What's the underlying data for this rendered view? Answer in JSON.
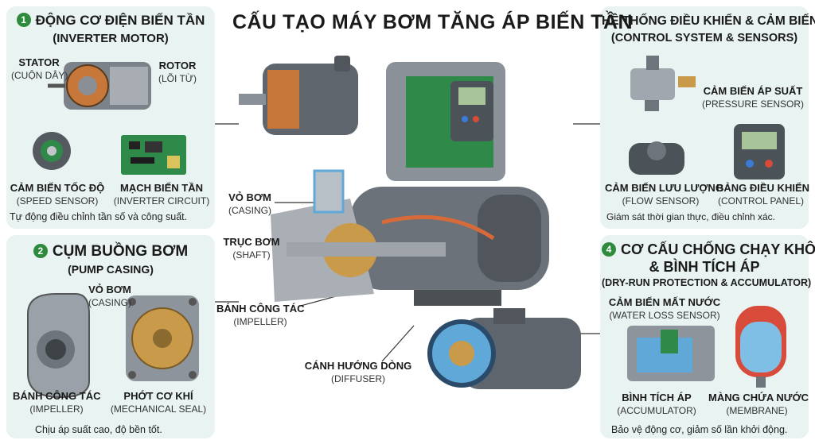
{
  "title": "CẤU TẠO MÁY BƠM TĂNG ÁP BIẾN TẦN",
  "panels": [
    {
      "num": "1",
      "title": "ĐỘNG CƠ ĐIỆN BIẾN TẦN",
      "subtitle": "(INVERTER MOTOR)",
      "parts": [
        {
          "name": "STATOR",
          "sub": "(CUỘN DÂY)"
        },
        {
          "name": "ROTOR",
          "sub": "(LÕI TỪ)"
        },
        {
          "name": "CẢM BIẾN TỐC ĐỘ",
          "sub": "(SPEED SENSOR)"
        },
        {
          "name": "MẠCH BIẾN TẦN",
          "sub": "(INVERTER CIRCUIT)"
        }
      ],
      "note": "Tự động điều chỉnh tần số và công suất."
    },
    {
      "num": "2",
      "title": "CỤM BUỒNG BƠM",
      "subtitle": "(PUMP CASING)",
      "parts": [
        {
          "name": "VỎ BƠM",
          "sub": "(CASING)"
        },
        {
          "name": "BÁNH CÔNG TÁC",
          "sub": "(IMPELLER)"
        },
        {
          "name": "PHỚT CƠ KHÍ",
          "sub": "(MECHANICAL SEAL)"
        }
      ],
      "note": "Chịu áp suất cao, độ bền tốt."
    },
    {
      "num": "",
      "title": "HỆ THỐNG ĐIỀU KHIỂN & CẢM BIẾN",
      "subtitle": "(CONTROL SYSTEM & SENSORS)",
      "parts": [
        {
          "name": "CẢM BIẾN ÁP SUẤT",
          "sub": "(PRESSURE SENSOR)"
        },
        {
          "name": "CẢM BIẾN LƯU LƯỢNG",
          "sub": "(FLOW SENSOR)"
        },
        {
          "name": "BẢNG ĐIỀU KHIỂN",
          "sub": "(CONTROL PANEL)"
        }
      ],
      "note": "Giám sát thời gian thực, điều chỉnh xác."
    },
    {
      "num": "4",
      "title": "CƠ CẤU CHỐNG CHẠY KHÔ",
      "title2": "& BÌNH TÍCH ÁP",
      "subtitle": "(DRY-RUN PROTECTION & ACCUMULATOR)",
      "parts": [
        {
          "name": "CẢM BIẾN MẤT NƯỚC",
          "sub": "(WATER LOSS SENSOR)"
        },
        {
          "name": "BÌNH TÍCH ÁP",
          "sub": "(ACCUMULATOR)"
        },
        {
          "name": "MÀNG CHỨA NƯỚC",
          "sub": "(MEMBRANE)"
        }
      ],
      "note": "Bảo vệ động cơ, giảm số lần khởi động."
    }
  ],
  "center_labels": [
    {
      "name": "VỎ BƠM",
      "sub": "(CASING)"
    },
    {
      "name": "TRỤC BƠM",
      "sub": "(SHAFT)"
    },
    {
      "name": "BÁNH CÔNG TÁC",
      "sub": "(IMPELLER)"
    },
    {
      "name": "CÁNH HƯỚNG DÒNG",
      "sub": "(DIFFUSER)"
    }
  ],
  "colors": {
    "panel_bg": "#e9f3f2",
    "number_badge": "#2e8b3e",
    "motor_gray": "#6b7279",
    "copper": "#c8773a",
    "pcb_green": "#2f8a4a",
    "water_blue": "#5fa8d8"
  }
}
